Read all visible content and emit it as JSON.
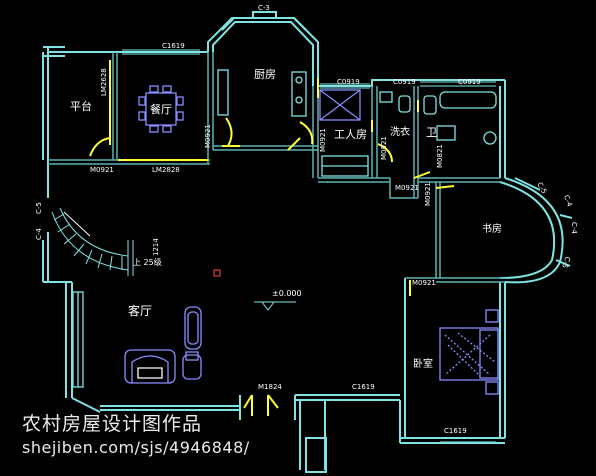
{
  "colors": {
    "background": "#000000",
    "wall": "#7fe3e3",
    "wall_inner": "#5fb3b3",
    "furniture": "#8a8cff",
    "door": "#ffff3a",
    "label": "#ffffff",
    "window_tag": "#ffffff",
    "watermark": "#ffffff"
  },
  "rooms": {
    "terrace": "平台",
    "dining": "餐厅",
    "kitchen": "厨房",
    "servant": "工人房",
    "laundry": "洗衣",
    "wc": "卫",
    "study": "书房",
    "living": "客厅",
    "bedroom": "卧室"
  },
  "tags": {
    "c3_top": "C-3",
    "c1619_top": "C1619",
    "lm2628": "LM2628",
    "lm2828": "LM2828",
    "m0921_dining": "M0921",
    "m0921_kitchen": "M0921",
    "m0921_servant": "M0921",
    "m0921_laundry": "M0921",
    "m0821_wc": "M0821",
    "m0921_hall": "M0921",
    "m0921_study": "M0921",
    "m0921_bed": "M0921",
    "c0919_a": "C0919",
    "c0919_b": "C0919",
    "c0919_c": "C0919",
    "c5_left": "C-5",
    "c4_left": "C-4",
    "c5_r1": "C-5",
    "c4_r1": "C-4",
    "c4_r2": "C-4",
    "c5_r2": "C-5",
    "m1824": "M1824",
    "c1619_front": "C1619",
    "c1619_bed": "C1619",
    "stair": "上 25级",
    "stair_dim": "1214",
    "elevation": "±0.000"
  },
  "watermark": {
    "line1": "农村房屋设计图作品",
    "line2": "shejiben.com/sjs/4946848/"
  }
}
